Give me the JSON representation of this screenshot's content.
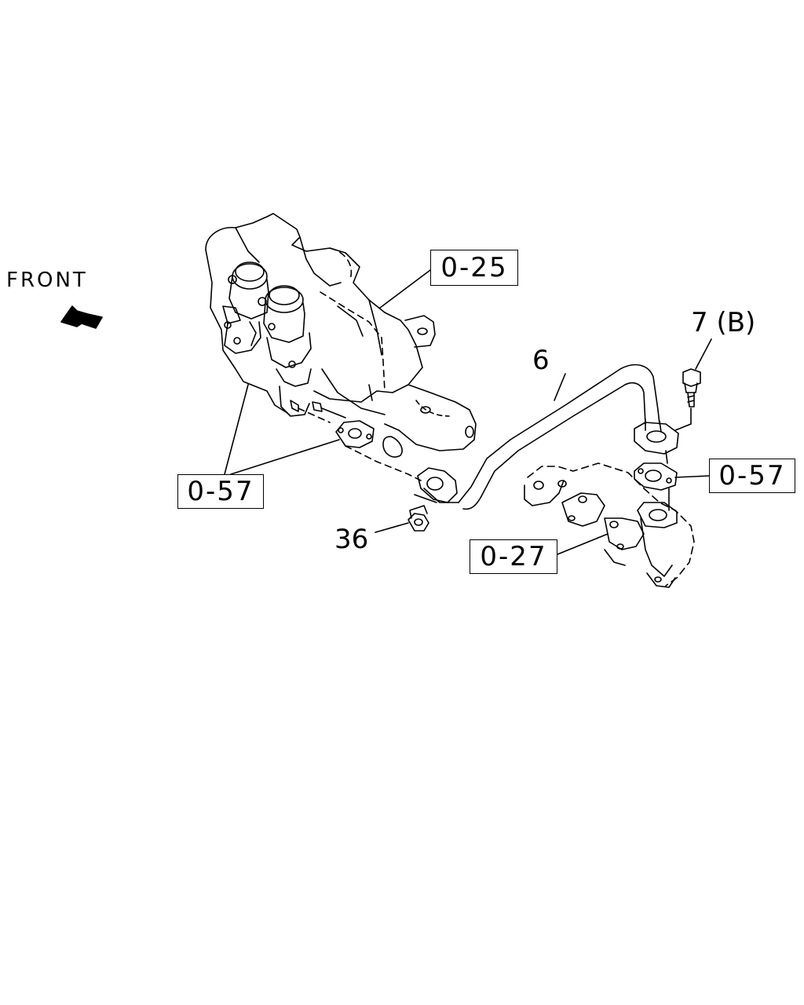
{
  "direction_label": "FRONT",
  "part_labels": {
    "egr_pipe": "6",
    "bolt": "7 (B)",
    "nut": "36"
  },
  "reference_boxes": {
    "intake_manifold": "0-25",
    "gasket_left": "0-57",
    "gasket_right": "0-57",
    "exhaust_manifold": "0-27"
  },
  "icons": [
    "front-arrow-icon"
  ]
}
